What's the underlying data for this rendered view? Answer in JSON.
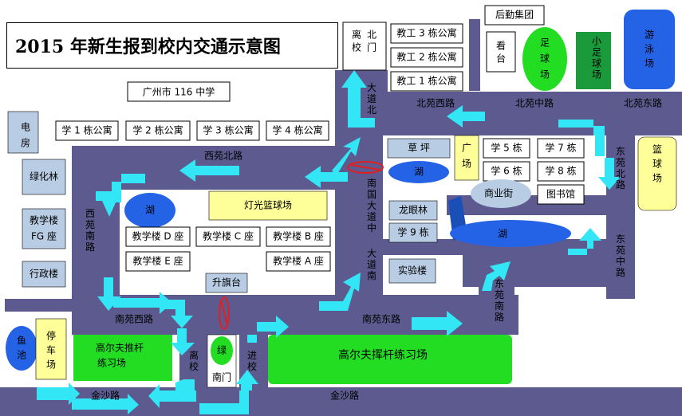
{
  "title": "2015 年新生报到校内交通示意图",
  "buildings": {
    "school_name": "广州市 116 中学",
    "dian_fang": "电房",
    "lvhua_lin": "绿化林",
    "jiaoxue_fg": "教学楼FG座",
    "xingzheng": "行政楼",
    "yu_chi": "鱼池",
    "ting_che": "停车场",
    "gaoerfu_tui": "高尔夫推杆练习场",
    "gaoerfu_hui": "高尔夫挥杆练习场",
    "xue1": "学 1 栋公寓",
    "xue2": "学 2 栋公寓",
    "xue3": "学 3 栋公寓",
    "xue4": "学 4 栋公寓",
    "lake": "湖",
    "dengguang": "灯光篮球场",
    "jx_d": "教学楼 D 座",
    "jx_c": "教学楼 C 座",
    "jx_b": "教学楼 B 座",
    "jx_e": "教学楼 E 座",
    "jx_a": "教学楼 A 座",
    "shengqi": "升旗台",
    "lv": "绿",
    "nan_men": "南门",
    "bei_men": "北门",
    "li_xiao_top": "离校",
    "jiaogong3": "教工 3 栋公寓",
    "jiaogong2": "教工 2 栋公寓",
    "jiaogong1": "教工 1 栋公寓",
    "houqin": "后勤集团",
    "kan_tai": "看台",
    "zuqiu": "足球场",
    "xiao_zuqiu": "小足球场",
    "youyong": "游泳场",
    "lanqiu": "篮球场",
    "cao_ping": "草 坪",
    "guang_chang": "广场",
    "xue5": "学 5 栋",
    "xue6": "学 6 栋",
    "xue7": "学 7 栋",
    "xue8": "学 8 栋",
    "tushuguan": "图书馆",
    "shangye": "商业街",
    "longyan": "龙眼林",
    "xue9": "学 9 栋",
    "shiyan": "实验楼"
  },
  "roads": {
    "xiyuan_bei": "西苑北路",
    "xiyuan_nan": "西苑南路",
    "nanyuan_xi": "南苑西路",
    "nanyuan_dong": "南苑东路",
    "beiyuan_xi": "北苑西路",
    "beiyuan_zhong": "北苑中路",
    "beiyuan_dong": "北苑东路",
    "dongyuan_bei": "东苑北路",
    "dongyuan_zhong": "东苑中路",
    "dongyuan_nan": "东苑南路",
    "nanguo_zhong": "南国大道中",
    "nanguo_bei": "大道北",
    "dadao_nan": "大道南",
    "jinsha": "金沙路",
    "li_xiao": "离校",
    "jin_xiao": "进校"
  },
  "colors": {
    "road": "#5c5a8e",
    "arrow": "#33e6f5",
    "green": "#22dd22",
    "dark_green": "#1a9a3a",
    "blue": "#2563e6",
    "yellow": "#ffff99",
    "light_blue": "#b8cce4"
  }
}
